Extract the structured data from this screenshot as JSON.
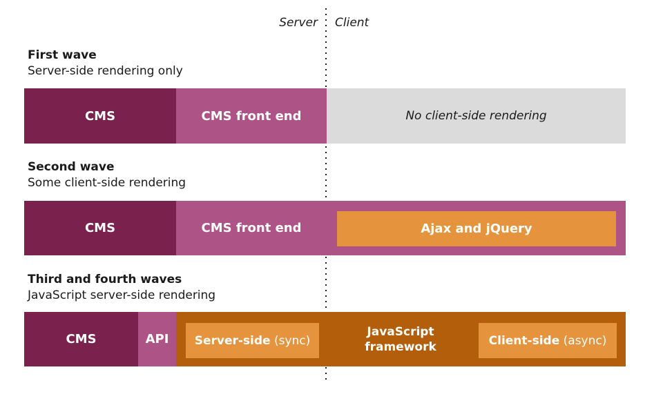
{
  "colors": {
    "maroon": "#7A214D",
    "pink": "#AE5386",
    "gray": "#DBDBDB",
    "orange": "#E5943D",
    "dark_orange": "#B35E0B",
    "text_dark": "#1A1A1A",
    "label_white": "#FFFFFF"
  },
  "header": {
    "server_label": "Server",
    "client_label": "Client"
  },
  "sections": [
    {
      "title": "First wave",
      "subtitle": "Server-side rendering only",
      "bar": {
        "cms_label": "CMS",
        "front_end_label": "CMS front end",
        "client_label": "No client-side rendering"
      }
    },
    {
      "title": "Second wave",
      "subtitle": "Some client-side rendering",
      "bar": {
        "cms_label": "CMS",
        "front_end_label": "CMS front end",
        "client_box_label": "Ajax and jQuery"
      }
    },
    {
      "title": "Third and fourth waves",
      "subtitle": "JavaScript server-side rendering",
      "bar": {
        "cms_label": "CMS",
        "api_label": "API",
        "server_box_label_bold": "Server-side",
        "server_box_label_rest": " (sync)",
        "framework_label_line1": "JavaScript",
        "framework_label_line2": "framework",
        "client_box_label_bold": "Client-side",
        "client_box_label_rest": " (async)"
      }
    }
  ]
}
